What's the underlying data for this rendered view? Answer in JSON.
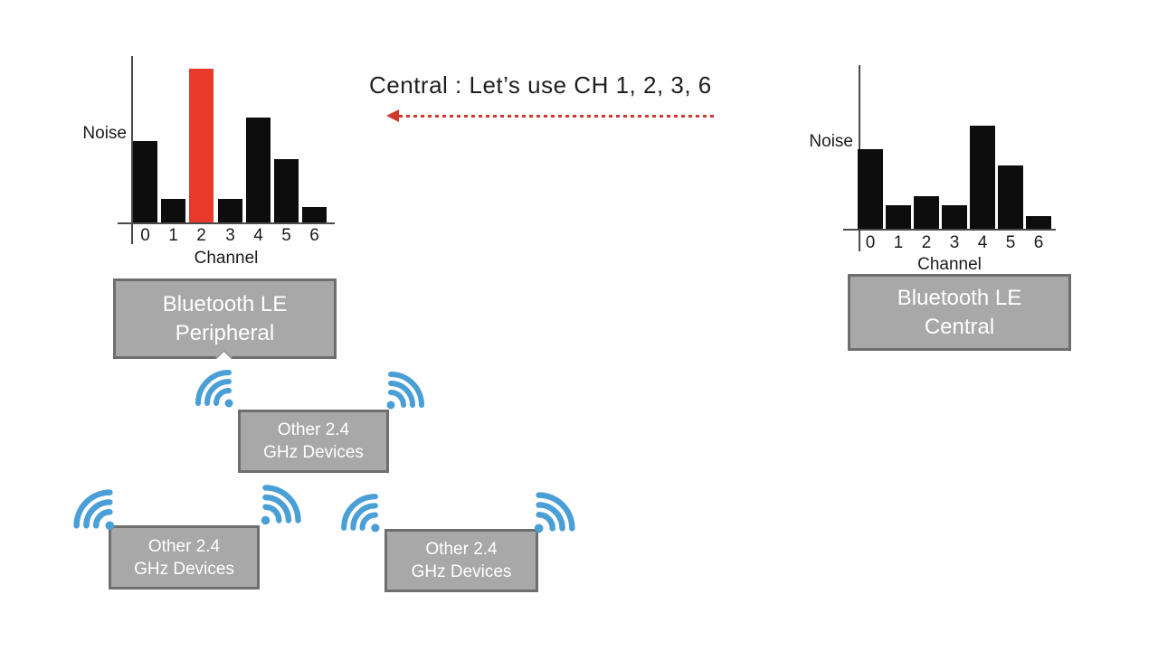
{
  "caption": {
    "text": "Central : Let’s use CH 1, 2, 3, 6"
  },
  "colors": {
    "bar_black": "#0d0d0d",
    "highlight_red": "#e8392b",
    "arrow_red": "#cf3a2a",
    "wifi_blue": "#4a9fd6",
    "box_fill": "#a8a8a8",
    "box_border": "#6e6e6e",
    "box_text": "#ffffff",
    "axis_gray": "#4a4a4a"
  },
  "chart_data": [
    {
      "type": "bar",
      "name": "peripheral-noise-scan",
      "categories": [
        "0",
        "1",
        "2",
        "3",
        "4",
        "5",
        "6"
      ],
      "values": [
        53,
        15,
        100,
        15,
        68,
        41,
        10
      ],
      "xlabel": "Channel",
      "ylabel": "Noise",
      "ylim": [
        0,
        100
      ],
      "units": "relative",
      "grid": false,
      "bar_color": "#0d0d0d",
      "highlight_index": 2,
      "highlight_color": "#e8392b"
    },
    {
      "type": "bar",
      "name": "central-noise-scan",
      "categories": [
        "0",
        "1",
        "2",
        "3",
        "4",
        "5",
        "6"
      ],
      "values": [
        52,
        15,
        21,
        15,
        67,
        41,
        8
      ],
      "xlabel": "Channel",
      "ylabel": "Noise",
      "ylim": [
        0,
        100
      ],
      "units": "relative",
      "grid": false,
      "bar_color": "#0d0d0d",
      "highlight_index": null,
      "highlight_color": null
    }
  ],
  "nodes": {
    "peripheral": {
      "line1": "Bluetooth LE",
      "line2": "Peripheral"
    },
    "central": {
      "line1": "Bluetooth LE",
      "line2": "Central"
    },
    "other_mid": {
      "line1": "Other 2.4",
      "line2": "GHz Devices"
    },
    "other_bottom_left": {
      "line1": "Other 2.4",
      "line2": "GHz Devices"
    },
    "other_bottom_mid": {
      "line1": "Other 2.4",
      "line2": "GHz Devices"
    }
  },
  "icons": {
    "wifi": "wifi-signal"
  }
}
